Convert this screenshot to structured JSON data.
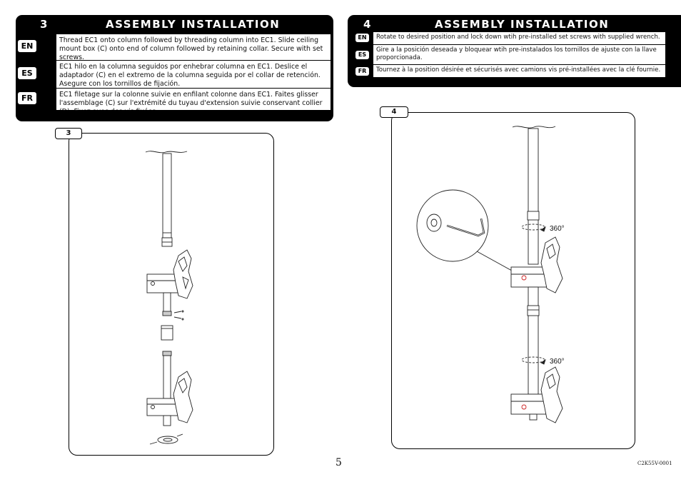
{
  "step3": {
    "number": "3",
    "title": "ASSEMBLY INSTALLATION",
    "rows": [
      {
        "lang": "EN",
        "text": "Thread EC1 onto column followed by threading column into EC1.  Slide ceiling mount box (C) onto end of column followed by retaining collar.  Secure with set screws."
      },
      {
        "lang": "ES",
        "text": "EC1 hilo en la columna seguidos por enhebrar columna en EC1. Deslice el adaptador (C) en el extremo de la columna seguida por el collar de retención. Asegure con los tornillos de fijación."
      },
      {
        "lang": "FR",
        "text": "EC1 filetage sur la colonne suivie en enfilant colonne dans EC1.  Faites glisser l'assemblage (C) sur l'extrémité du tuyau d'extension suivie conservant collier (D).  Fixez avec des vis fixées."
      }
    ],
    "figure_label": "3"
  },
  "step4": {
    "number": "4",
    "title": "ASSEMBLY INSTALLATION",
    "rows": [
      {
        "lang": "EN",
        "text": "Rotate to desired position and lock down wtih pre-installed set screws with supplied wrench."
      },
      {
        "lang": "ES",
        "text": "Gire a la posición deseada y bloquear wtih pre-instalados los tornillos de ajuste con la llave proporcionada."
      },
      {
        "lang": "FR",
        "text": "Tournez à la position désirée et sécurisés avec camions vis pré-installées avec la clé fournie."
      }
    ],
    "figure_label": "4",
    "rotation_label_upper": "360°",
    "rotation_label_lower": "360°"
  },
  "footer": {
    "page_number": "5",
    "doc_code": "C2K55V-0001"
  },
  "colors": {
    "panel_bg": "#000000",
    "panel_text": "#ffffff",
    "accent_marker": "#cc2222"
  }
}
